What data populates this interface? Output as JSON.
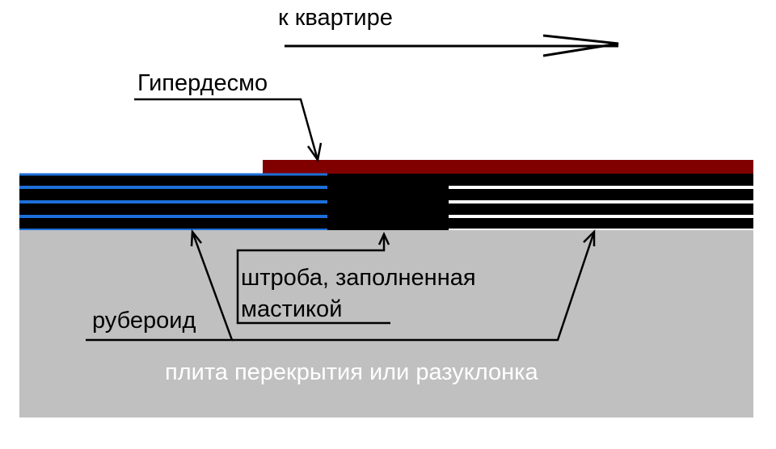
{
  "labels": {
    "direction": "к квартире",
    "membrane": "Гипердесмо",
    "groove_line1": "штроба, заполненная",
    "groove_line2": "мастикой",
    "roofing_felt": "рубероид",
    "slab": "плита перекрытия или разуклонка"
  },
  "colors": {
    "slab": "#c0c0c0",
    "membrane": "#800000",
    "layer_dark": "#000000",
    "stripe_left": "#1e6fd9",
    "stripe_right": "#ffffff",
    "line": "#000000"
  }
}
